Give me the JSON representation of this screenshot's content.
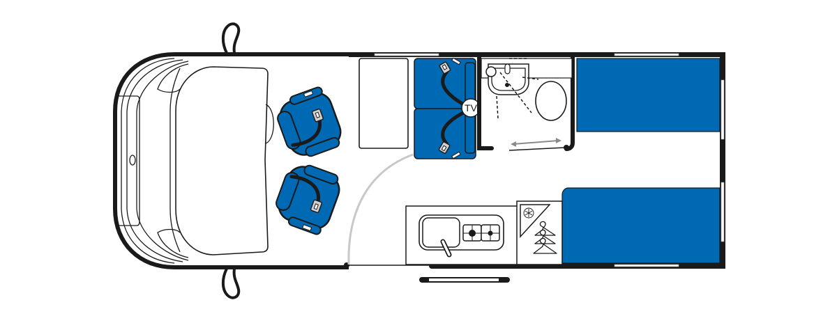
{
  "diagram": {
    "type": "campervan-floor-plan",
    "orientation": "cab-left",
    "colors": {
      "upholstery": "#0069b4",
      "wall": "#1a1a1a",
      "window": "#ffffff",
      "door_swing": "#c8c8c8",
      "background": "#ffffff",
      "arrow": "#8a8a8a"
    },
    "zones": [
      {
        "id": "cab",
        "label": "Cab with dashboard and windscreen"
      },
      {
        "id": "front-seats",
        "label": "Two swivel cab seats with seatbelts"
      },
      {
        "id": "table",
        "label": "Dinette table"
      },
      {
        "id": "dinette-bench",
        "label": "Forward-facing bench with two belted seats"
      },
      {
        "id": "washroom",
        "label": "Washroom with basin and toilet"
      },
      {
        "id": "kitchen",
        "label": "Kitchen with sink and two-burner hob"
      },
      {
        "id": "fridge-wardrobe",
        "label": "Fridge and wardrobe"
      },
      {
        "id": "rear-beds",
        "label": "Twin rear single beds"
      },
      {
        "id": "entry-door",
        "label": "Sliding habitation door with step"
      }
    ],
    "labels": {
      "tv": "TV"
    },
    "icons": {
      "fridge": "snowflake-icon",
      "wardrobe": "coat-hanger-icon",
      "seatbelt": "seatbelt-buckle-icon"
    }
  }
}
